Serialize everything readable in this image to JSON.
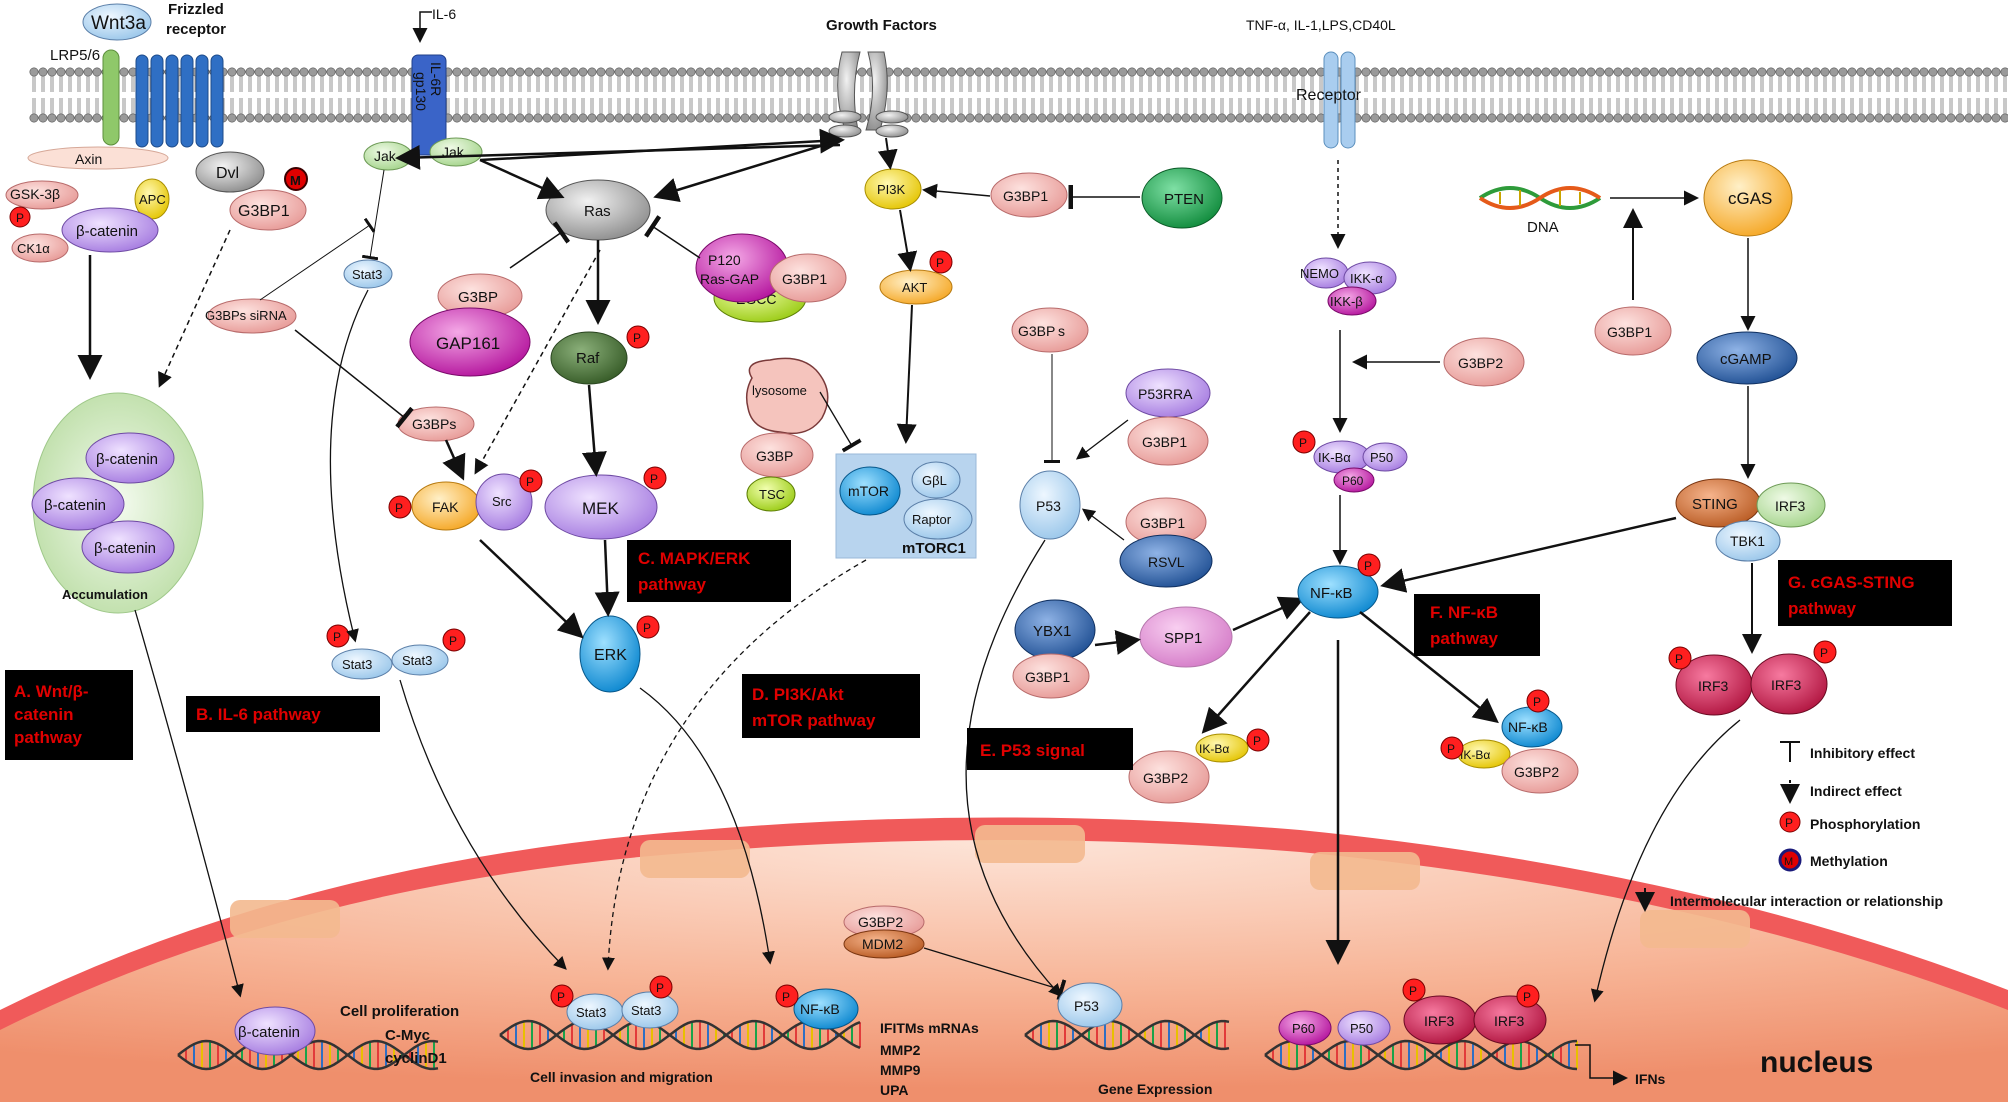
{
  "top_labels": {
    "wnt3a": "Wnt3a",
    "frizzled": "Frizzled",
    "frizzled_receptor": "receptor",
    "lrp": "LRP5/6",
    "il6": "IL-6",
    "il6r": "IL-6R",
    "gp130": "gp130",
    "growth_factors": "Growth Factors",
    "tnf": "TNF-α,  IL-1,LPS,CD40L",
    "receptor": "Receptor"
  },
  "molecules": {
    "axin": "Axin",
    "dvl": "Dvl",
    "m_mark": "M",
    "g3bp1": "G3BP1",
    "gsk3b": "GSK-3β",
    "apc": "APC",
    "b_catenin": "β-catenin",
    "ck1a": "CK1α",
    "accumulation": "Accumulation",
    "jak": "Jak",
    "stat3": "Stat3",
    "g3bps_sirna": "G3BPs siRNA",
    "g3bps": "G3BPs",
    "fak": "FAK",
    "src": "Src",
    "p_mark": "P",
    "ras": "Ras",
    "g3bp": "G3BP",
    "gap161": "GAP161",
    "raf": "Raf",
    "mek": "MEK",
    "erk": "ERK",
    "p120": "P120",
    "rasgap": "Ras-GAP",
    "egcc": "EGCC",
    "pi3k": "PI3K",
    "akt": "AKT",
    "pten": "PTEN",
    "lysosome": "lysosome",
    "tsc": "TSC",
    "mtor": "mTOR",
    "gbl": "GβL",
    "raptor": "Raptor",
    "mtorc1": "mTORC1",
    "p53rra": "P53RRA",
    "p53": "P53",
    "rsvl": "RSVL",
    "ybx1": "YBX1",
    "spp1": "SPP1",
    "nemo": "NEMO",
    "ikka": "IKK-α",
    "ikkb": "IKK-β",
    "g3bp2": "G3BP2",
    "ikba": "IK-Bα",
    "p50": "P50",
    "p60": "P60",
    "nfkb": "NF-κB",
    "ikb_short": "IK-Bα",
    "dna": "DNA",
    "cgas": "cGAS",
    "cgamp": "cGAMP",
    "sting": "STING",
    "irf3": "IRF3",
    "tbk1": "TBK1",
    "mdm2": "MDM2"
  },
  "pathways": {
    "a1": "A. Wnt/β-",
    "a2": "catenin",
    "a3": "pathway",
    "b": "B. IL-6 pathway",
    "c1": "C. MAPK/ERK",
    "c2": "pathway",
    "d1": "D. PI3K/Akt",
    "d2": "mTOR pathway",
    "e": "E. P53 signal",
    "f1": "F. NF-κB",
    "f2": "pathway",
    "g1": "G. cGAS-STING",
    "g2": "pathway"
  },
  "nucleus": {
    "label": "nucleus",
    "cell_prolif": "Cell proliferation",
    "cmyc": "C-Myc",
    "cyclind1": "cyclinD1",
    "invasion": "Cell invasion and migration",
    "ifitms": "IFITMs mRNAs",
    "mmp2": "MMP2",
    "mmp9": "MMP9",
    "upa": "UPA",
    "gene_expr": "Gene Expression",
    "ifns": "IFNs"
  },
  "legend": {
    "inhibitory": "Inhibitory effect",
    "indirect": "Indirect effect",
    "phos": "Phosphorylation",
    "meth": "Methylation",
    "inter": "Intermolecular interaction or relationship",
    "p_symbol": "P",
    "m_symbol": "M"
  },
  "colors": {
    "pink": "#f2b8b5",
    "purple": "#c9a7ef",
    "green": "#a8d08d",
    "red": "#ff0000",
    "blue": "#29a3e6",
    "label_bg": "#000000",
    "label_fg": "#e00000"
  }
}
